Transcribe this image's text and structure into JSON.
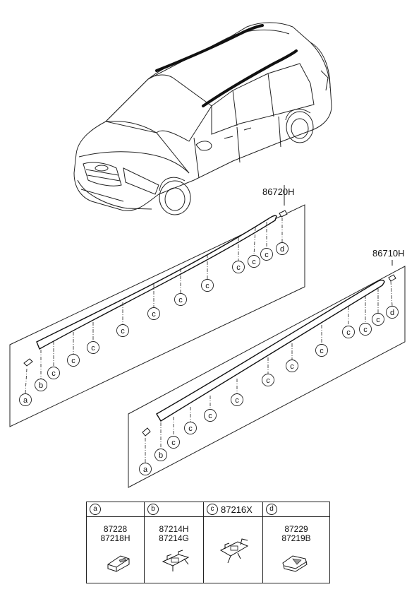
{
  "assemblies": {
    "upper": {
      "part_no": "86720H"
    },
    "lower": {
      "part_no": "86710H"
    }
  },
  "callouts": {
    "a": "a",
    "b": "b",
    "c": "c",
    "d": "d"
  },
  "legend": {
    "columns": [
      {
        "key": "a",
        "header": "",
        "codes": [
          "87228",
          "87218H"
        ]
      },
      {
        "key": "b",
        "header": "",
        "codes": [
          "87214H",
          "87214G"
        ]
      },
      {
        "key": "c",
        "header": "87216X",
        "codes": []
      },
      {
        "key": "d",
        "header": "",
        "codes": [
          "87229",
          "87219B"
        ]
      }
    ]
  }
}
